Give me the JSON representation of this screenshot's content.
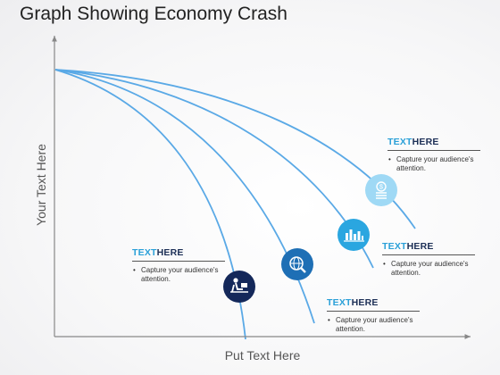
{
  "slide": {
    "title": "Graph Showing Economy Crash"
  },
  "chart_data": {
    "type": "line",
    "title": "Graph Showing Economy Crash",
    "xlabel": "Put Text Here",
    "ylabel": "Your Text Here",
    "grid": false,
    "legend": "none",
    "series": [
      {
        "values": [],
        "marker_icon": "person-at-desk-icon",
        "marker_color": "#14285a"
      },
      {
        "values": [],
        "marker_icon": "globe-search-icon",
        "marker_color": "#1e6fb5"
      },
      {
        "values": [],
        "marker_icon": "bar-chart-icon",
        "marker_color": "#2aa6e0"
      },
      {
        "values": [],
        "marker_icon": "coin-stack-icon",
        "marker_color": "#9fd9f5"
      }
    ],
    "line_color": "#5aa9e6"
  },
  "callouts": [
    {
      "title_a": "TEXT",
      "title_b": "HERE",
      "bullet": "Capture your audience's attention."
    },
    {
      "title_a": "TEXT",
      "title_b": "HERE",
      "bullet": "Capture your audience's attention."
    },
    {
      "title_a": "TEXT",
      "title_b": "HERE",
      "bullet": "Capture your audience's attention."
    },
    {
      "title_a": "TEXT",
      "title_b": "HERE",
      "bullet": "Capture your audience's attention."
    }
  ]
}
